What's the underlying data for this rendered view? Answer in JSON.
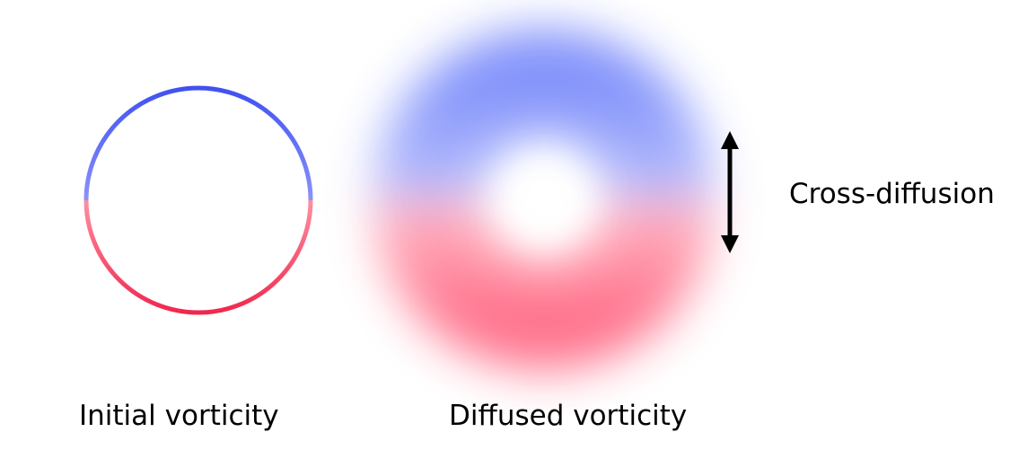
{
  "labels": {
    "initial": "Initial vorticity",
    "diffused": "Diffused vorticity",
    "cross_diffusion": "Cross-diffusion"
  },
  "colors": {
    "positive_vorticity": "#3f51f0",
    "negative_vorticity": "#f0284e",
    "diffused_positive": "#7b8cfa",
    "diffused_negative": "#ff6a86",
    "arrow": "#000000"
  },
  "icons": {
    "arrow": "double-headed-vertical-arrow"
  }
}
